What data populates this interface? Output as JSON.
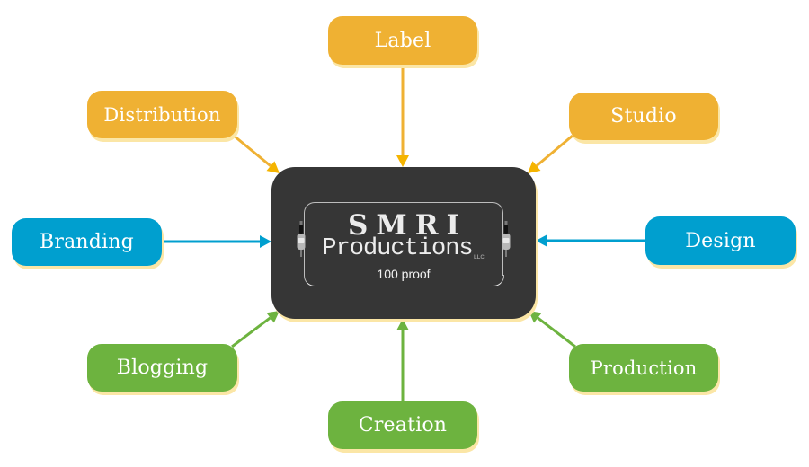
{
  "diagram": {
    "type": "hub-and-spoke",
    "center": {
      "title": "SMRI",
      "subtitle": "Productions",
      "suffix": "LLC",
      "tagline": "100 proof",
      "background": "#363636"
    },
    "colors": {
      "orange": "#efb133",
      "orange_arrowhead": "#f5b400",
      "blue": "#009fcf",
      "green": "#6db33f",
      "shadow": "#fbe6a6"
    },
    "nodes": [
      {
        "id": "label",
        "label": "Label",
        "color": "orange",
        "direction": "to-center"
      },
      {
        "id": "distribution",
        "label": "Distribution",
        "color": "orange",
        "direction": "to-center"
      },
      {
        "id": "studio",
        "label": "Studio",
        "color": "orange",
        "direction": "to-center"
      },
      {
        "id": "branding",
        "label": "Branding",
        "color": "blue",
        "direction": "to-center"
      },
      {
        "id": "design",
        "label": "Design",
        "color": "blue",
        "direction": "to-center"
      },
      {
        "id": "blogging",
        "label": "Blogging",
        "color": "green",
        "direction": "to-center"
      },
      {
        "id": "production",
        "label": "Production",
        "color": "green",
        "direction": "to-center"
      },
      {
        "id": "creation",
        "label": "Creation",
        "color": "green",
        "direction": "to-center"
      }
    ]
  }
}
